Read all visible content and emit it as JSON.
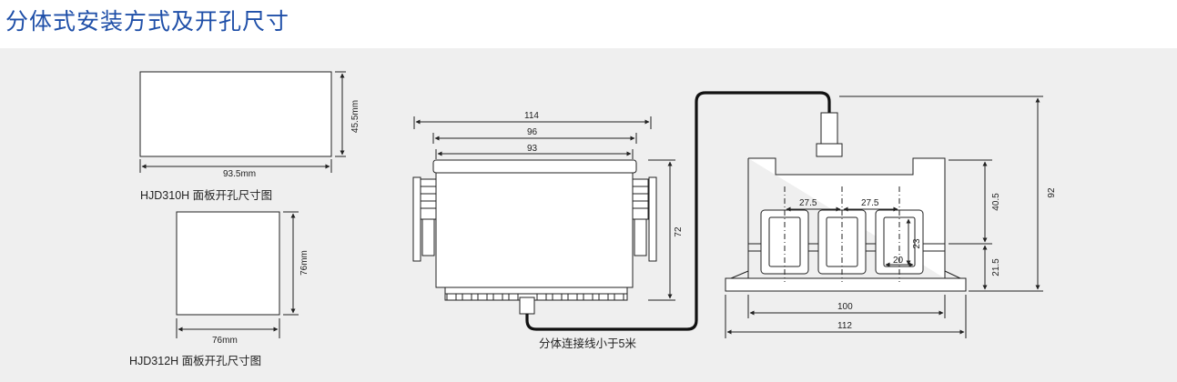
{
  "title": "分体式安装方式及开孔尺寸",
  "panel_310": {
    "width": "93.5mm",
    "height": "45.5mm",
    "caption": "HJD310H 面板开孔尺寸图"
  },
  "panel_312": {
    "width": "76mm",
    "height": "76mm",
    "caption": "HJD312H 面板开孔尺寸图"
  },
  "meter": {
    "dim_overall": "114",
    "dim_face": "96",
    "dim_body": "93",
    "dim_height": "72"
  },
  "transformer": {
    "dim_hole_pitch_1": "27.5",
    "dim_hole_pitch_2": "27.5",
    "dim_hole_h": "23",
    "dim_hole_w": "20",
    "dim_upper": "40.5",
    "dim_lower": "21.5",
    "dim_total": "92",
    "dim_body_w": "100",
    "dim_base_w": "112"
  },
  "cable_note": "分体连接线小于5米",
  "colors": {
    "title": "#1f4fa8",
    "panel_bg": "#efefef",
    "line": "#222222"
  }
}
